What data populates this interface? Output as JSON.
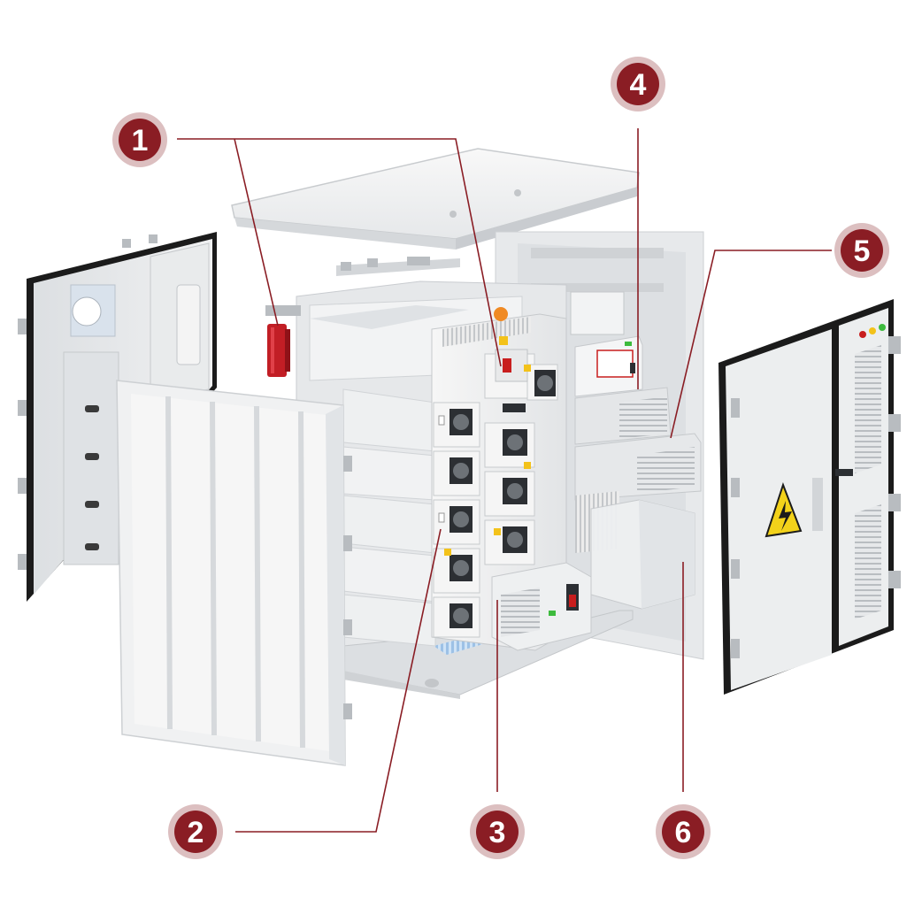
{
  "callouts": [
    {
      "id": "1",
      "label": "1"
    },
    {
      "id": "2",
      "label": "2"
    },
    {
      "id": "3",
      "label": "3"
    },
    {
      "id": "4",
      "label": "4"
    },
    {
      "id": "5",
      "label": "5"
    },
    {
      "id": "6",
      "label": "6"
    }
  ],
  "colors": {
    "badge_fill": "#8a1d24",
    "badge_ring": "#dcbfc0",
    "leader_line": "#8a1d24",
    "cabinet_body": "#eeeeee",
    "cabinet_shadow": "#cfd3d6",
    "door_gasket": "#1b1b1b",
    "warning_yellow": "#f3d21a",
    "tray_blue": "#bcd8f2"
  },
  "icons": {
    "warning_sign": "high-voltage-warning-icon"
  }
}
